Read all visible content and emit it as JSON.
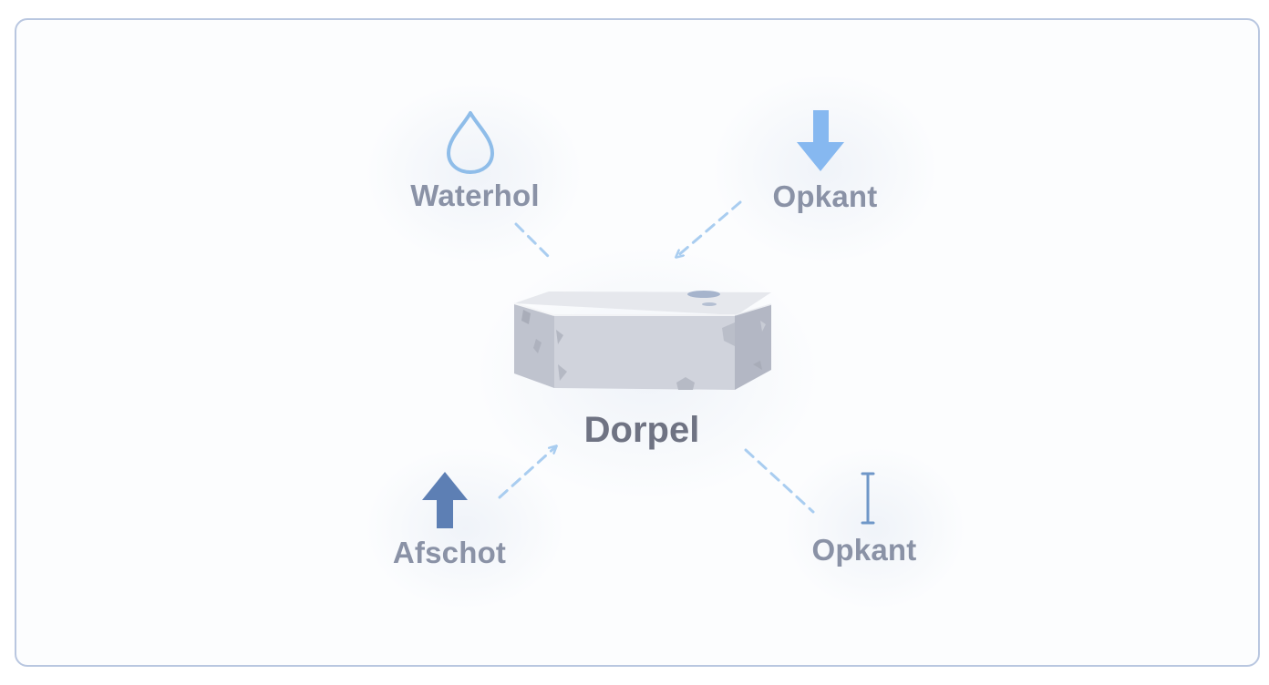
{
  "nodes": {
    "center": {
      "label": "Dorpel"
    },
    "top_left": {
      "label": "Waterhol",
      "icon": "water-drop-icon"
    },
    "top_right": {
      "label": "Opkant",
      "icon": "arrow-down-icon"
    },
    "bottom_left": {
      "label": "Afschot",
      "icon": "arrow-up-icon"
    },
    "bottom_right": {
      "label": "Opkant",
      "icon": "height-marker-icon"
    }
  },
  "colors": {
    "frame_border": "#b9c7e0",
    "label_text": "#8a92a6",
    "center_text": "#6f7383",
    "connector": "#a9cdf0",
    "drop_stroke": "#8fbde9",
    "arrow_down_fill": "#86b8f0",
    "arrow_up_fill": "#5d7fb4",
    "marker_stroke": "#6f97c8",
    "stone_top": "#e4e6ec",
    "stone_front": "#cfd2db",
    "stone_side": "#b8bcc8"
  }
}
